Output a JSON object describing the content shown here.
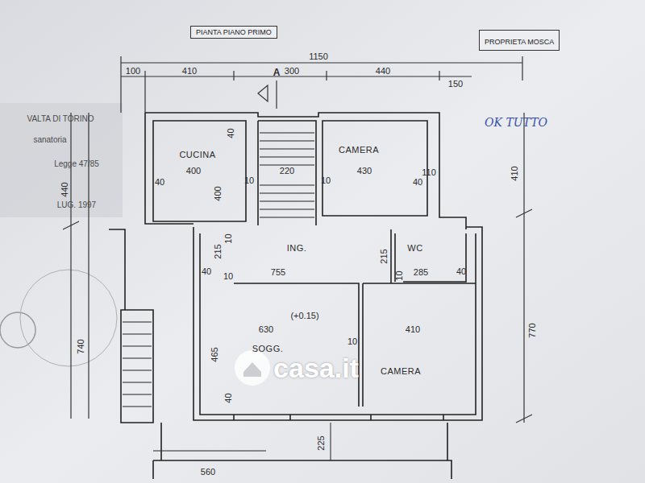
{
  "diagram": {
    "title": "PIANTA PIANO PRIMO",
    "nodes": [
      {
        "text": [
          "PROPRIETA MOSCA"
        ]
      }
    ],
    "labels": [
      "1150",
      "100",
      "410",
      "A",
      "300",
      "440",
      "150",
      "VALTA DI TORINO",
      "sanatoria",
      "Legge 47/85",
      "LUG. 1997",
      "OK TUTTO",
      "CUCINA",
      "400",
      "40",
      "400",
      "40",
      "CAMERA",
      "430",
      "10",
      "220",
      "10",
      "110",
      "40",
      "410",
      "440",
      "ING.",
      "755",
      "215",
      "10",
      "215",
      "WC",
      "285",
      "40",
      "10",
      "40",
      "10",
      "(+0.15)",
      "630",
      "410",
      "SOGG.",
      "CAMERA",
      "10",
      "465",
      "40",
      "770",
      "740",
      "560",
      "225",
      "casa.it"
    ]
  }
}
